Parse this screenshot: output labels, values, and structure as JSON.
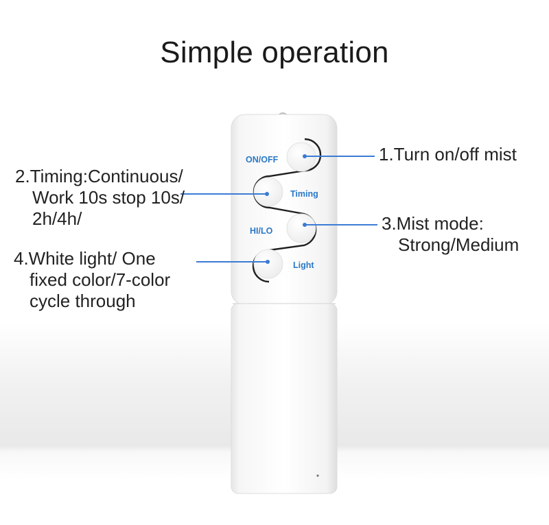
{
  "title": "Simple operation",
  "remote": {
    "buttons": [
      {
        "label": "ON/OFF"
      },
      {
        "label": "Timing"
      },
      {
        "label": "HI/LO"
      },
      {
        "label": "Light"
      }
    ]
  },
  "callouts": [
    {
      "lines": [
        "1.Turn on/off mist"
      ]
    },
    {
      "lines": [
        "2.Timing:Continuous/",
        "Work 10s stop 10s/",
        "2h/4h/"
      ]
    },
    {
      "lines": [
        "3.Mist mode:",
        "Strong/Medium"
      ]
    },
    {
      "lines": [
        "4.White light/ One",
        "fixed color/7-color",
        "cycle through"
      ]
    }
  ],
  "colors": {
    "accent": "#3a7bd5",
    "button_text": "#2a78c8",
    "text": "#222222"
  }
}
